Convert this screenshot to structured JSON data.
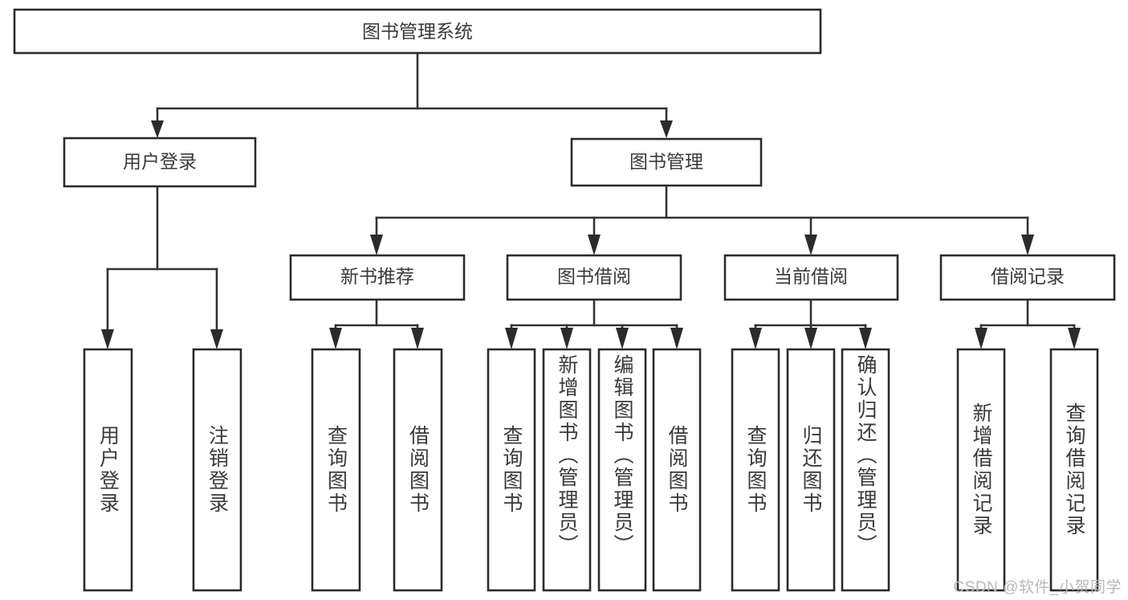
{
  "diagram": {
    "type": "tree",
    "title": "图书管理系统",
    "watermark": "CSDN @软件_小贺同学",
    "root": {
      "id": "root",
      "label": "图书管理系统"
    },
    "level2": [
      {
        "id": "user-login",
        "label": "用户登录"
      },
      {
        "id": "book-management",
        "label": "图书管理"
      }
    ],
    "level3": [
      {
        "id": "new-book-recommend",
        "label": "新书推荐",
        "parent": "book-management"
      },
      {
        "id": "book-borrow",
        "label": "图书借阅",
        "parent": "book-management"
      },
      {
        "id": "current-borrow",
        "label": "当前借阅",
        "parent": "book-management"
      },
      {
        "id": "borrow-record",
        "label": "借阅记录",
        "parent": "book-management"
      }
    ],
    "leaves": [
      {
        "id": "leaf-user-login",
        "label": "用户登录",
        "parent": "user-login"
      },
      {
        "id": "leaf-logout-login",
        "label": "注销登录",
        "parent": "user-login"
      },
      {
        "id": "leaf-query-book-1",
        "label": "查询图书",
        "parent": "new-book-recommend"
      },
      {
        "id": "leaf-borrow-book-1",
        "label": "借阅图书",
        "parent": "new-book-recommend"
      },
      {
        "id": "leaf-query-book-2",
        "label": "查询图书",
        "parent": "book-borrow"
      },
      {
        "id": "leaf-add-book",
        "label": "新增图书（管理员）",
        "parent": "book-borrow"
      },
      {
        "id": "leaf-edit-book",
        "label": "编辑图书（管理员）",
        "parent": "book-borrow"
      },
      {
        "id": "leaf-borrow-book-2",
        "label": "借阅图书",
        "parent": "book-borrow"
      },
      {
        "id": "leaf-query-book-3",
        "label": "查询图书",
        "parent": "current-borrow"
      },
      {
        "id": "leaf-return-book",
        "label": "归还图书",
        "parent": "current-borrow"
      },
      {
        "id": "leaf-confirm-return",
        "label": "确认归还（管理员）",
        "parent": "current-borrow"
      },
      {
        "id": "leaf-add-record",
        "label": "新增借阅记录",
        "parent": "borrow-record"
      },
      {
        "id": "leaf-query-record",
        "label": "查询借阅记录",
        "parent": "borrow-record"
      }
    ],
    "colors": {
      "box_stroke": "#2b2b2b",
      "box_fill": "#ffffff",
      "connector": "#333333",
      "text": "#3a3a3a",
      "watermark": "#b9b9b9",
      "background": "#ffffff"
    }
  }
}
